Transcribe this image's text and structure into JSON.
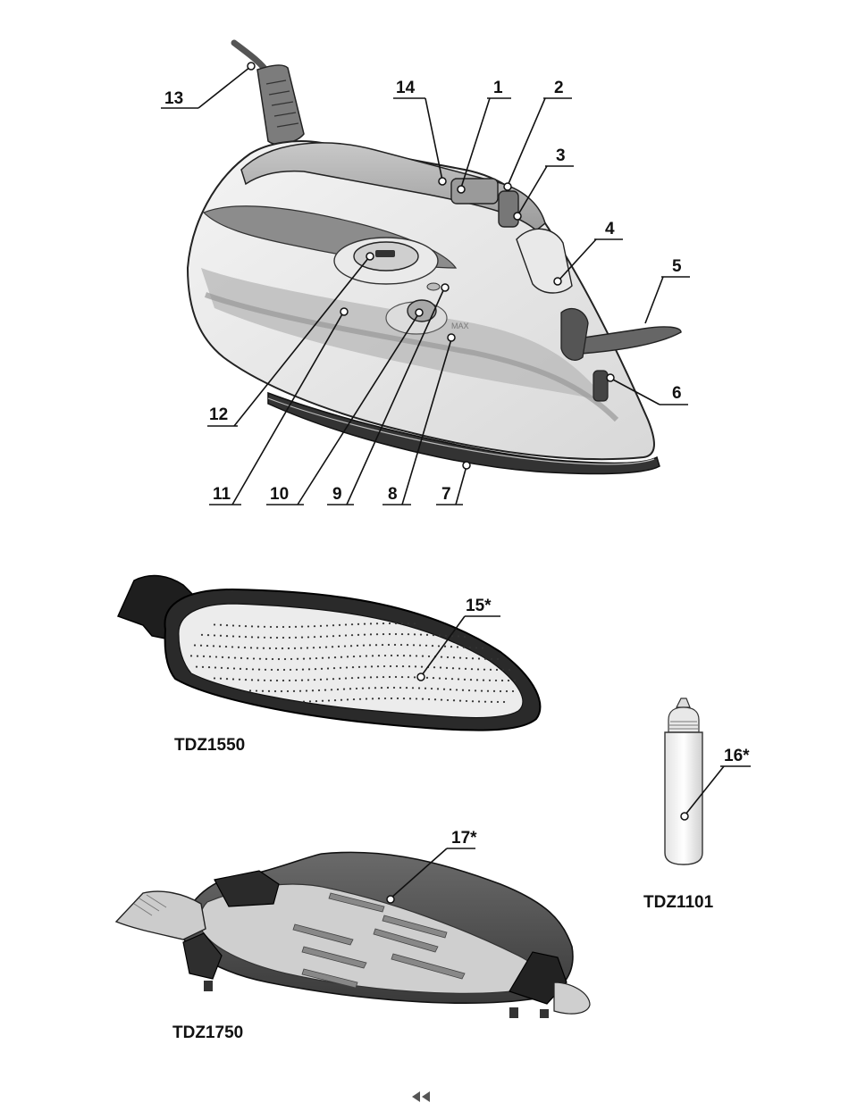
{
  "callouts": {
    "c1": "1",
    "c2": "2",
    "c3": "3",
    "c4": "4",
    "c5": "5",
    "c6": "6",
    "c7": "7",
    "c8": "8",
    "c9": "9",
    "c10": "10",
    "c11": "11",
    "c12": "12",
    "c13": "13",
    "c14": "14",
    "c15": "15*",
    "c16": "16*",
    "c17": "17*"
  },
  "models": {
    "soleplate_cover": "TDZ1550",
    "water_bottle": "TDZ1101",
    "ironing_shoe": "TDZ1750"
  },
  "nav": {
    "back_icon": "double-left-arrow-icon"
  }
}
